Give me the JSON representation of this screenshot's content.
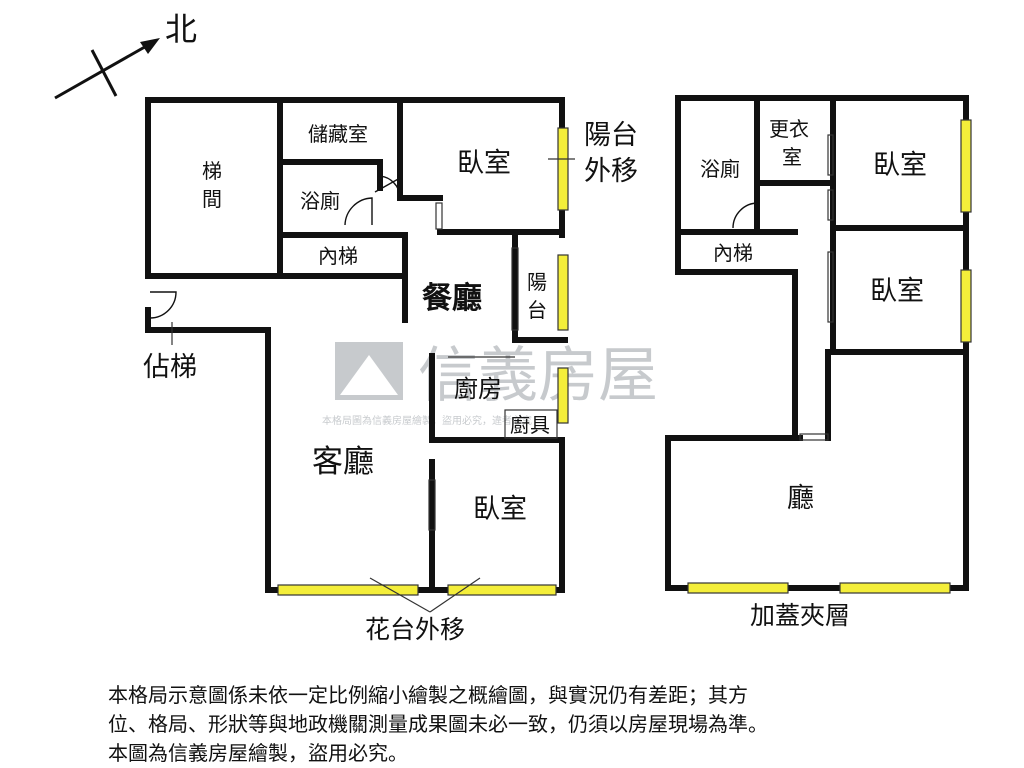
{
  "compass": {
    "north": "北"
  },
  "floor1": {
    "stair": [
      "梯",
      "間"
    ],
    "storage": "儲藏室",
    "bath": "浴廁",
    "inner_stair": "內梯",
    "bedroom_top": "臥室",
    "balcony_moved": [
      "陽台",
      "外移"
    ],
    "dining": "餐廳",
    "balcony": [
      "陽",
      "台"
    ],
    "kitchen": "廚房",
    "kitchen_cabinet": "廚具",
    "living": "客廳",
    "bedroom_bottom": "臥室",
    "occupied_stair": "佔梯",
    "planter_moved": "花台外移"
  },
  "mezzanine": {
    "bath": "浴廁",
    "closet": [
      "更衣",
      "室"
    ],
    "bedroom_top": "臥室",
    "bedroom_mid": "臥室",
    "inner_stair": "內梯",
    "hall": "廳",
    "caption": "加蓋夾層"
  },
  "watermark": {
    "brand": "信義房屋",
    "note": "本格局圖為信義房屋繪製，盜用必究，違者必究"
  },
  "disclaimer": {
    "line1": "本格局示意圖係未依一定比例縮小繪製之概繪圖，與實況仍有差距；其方",
    "line2": "位、格局、形狀等與地政機關測量成果圖未必一致，仍須以房屋現場為準。",
    "line3": "本圖為信義房屋繪製，盜用必究。"
  },
  "colors": {
    "wall": "#111111",
    "window": "#f4ee3a",
    "watermark": "#9aa0a6"
  }
}
